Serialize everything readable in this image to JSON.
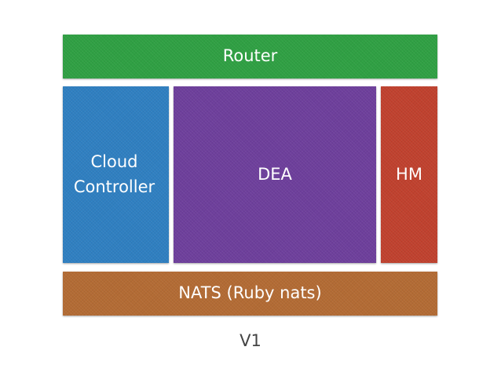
{
  "diagram": {
    "blocks": {
      "router": {
        "label": "Router",
        "color": "#2fa043"
      },
      "cloud_controller": {
        "label_line1": "Cloud",
        "label_line2": "Controller",
        "color": "#2f7fc1"
      },
      "dea": {
        "label": "DEA",
        "color": "#6e3f9c"
      },
      "hm": {
        "label": "HM",
        "color": "#c0412e"
      },
      "nats": {
        "label": "NATS (Ruby nats)",
        "color": "#b36b34"
      }
    },
    "caption": "V1"
  }
}
